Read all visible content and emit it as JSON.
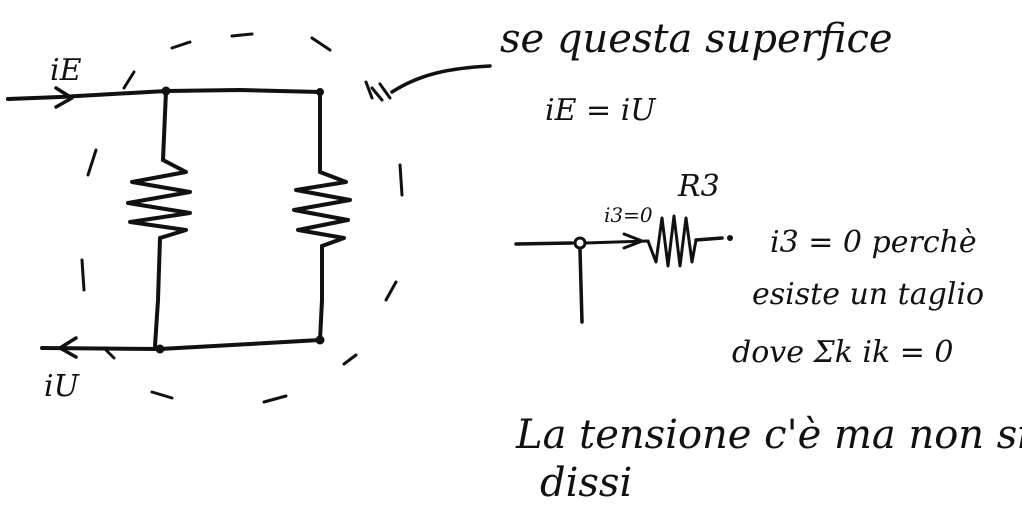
{
  "notes": {
    "line1": "se questa superfice",
    "eq1": "iE = iU",
    "reason_line1": "i3 = 0 perchè",
    "reason_line2": "esiste un taglio",
    "reason_line3": "dove Σk ik = 0",
    "tension_line1": "La tensione c'è ma non si",
    "tension_line2": "dissi"
  },
  "circuit": {
    "current_in": "iE",
    "current_out": "iU",
    "resistor_label": "R3",
    "branch_current": "i3=0"
  }
}
